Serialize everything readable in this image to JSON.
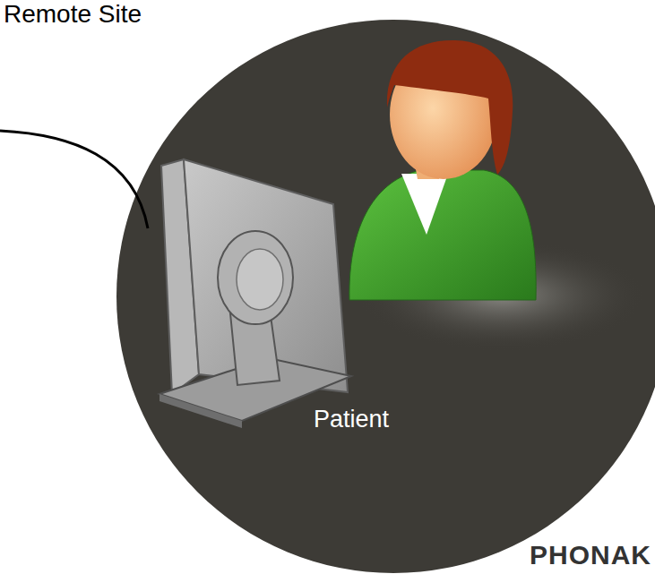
{
  "diagram": {
    "nodes": [
      {
        "text": [
          "Remote Site",
          "Patient"
        ]
      }
    ],
    "labels": [
      "PHONAK"
    ]
  }
}
